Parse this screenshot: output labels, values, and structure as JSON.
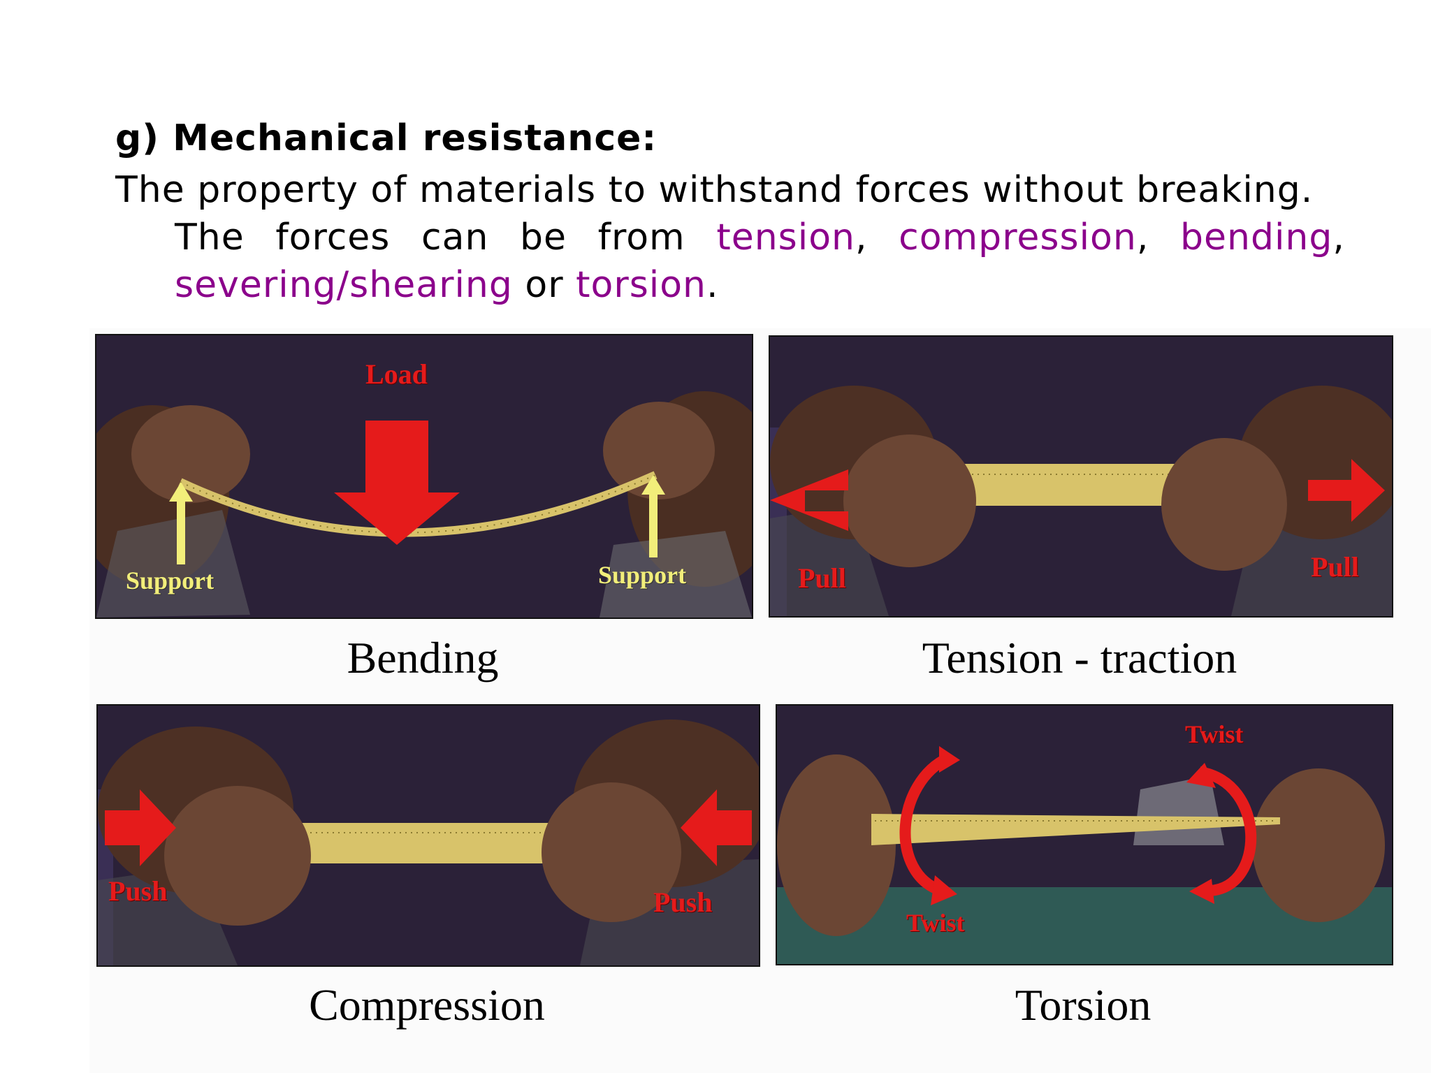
{
  "heading": "g) Mechanical resistance:",
  "paragraph": {
    "line1": "The property of materials to withstand forces without breaking.",
    "line2": {
      "w1": "The",
      "w2": "forces",
      "w3": "can",
      "w4": "be",
      "w5": "from",
      "tension": "tension",
      "comma1": ",",
      "compression": "compression",
      "comma2": ",",
      "bending": "bending",
      "comma3": ","
    },
    "line3": {
      "severing": "severing/shearing",
      "or": " or ",
      "torsion": "torsion",
      "period": "."
    }
  },
  "panels": {
    "bending": {
      "caption": "Bending",
      "load": "Load",
      "support_left": "Support",
      "support_right": "Support"
    },
    "tension": {
      "caption": "Tension - traction",
      "pull_left": "Pull",
      "pull_right": "Pull"
    },
    "compression": {
      "caption": "Compression",
      "push_left": "Push",
      "push_right": "Push"
    },
    "torsion": {
      "caption": "Torsion",
      "twist_top": "Twist",
      "twist_bottom": "Twist"
    }
  },
  "colors": {
    "keyword": "#8b008b",
    "arrow": "#e51b1b",
    "support_arrow": "#f2ee7a",
    "ruler": "#d8c36a"
  }
}
